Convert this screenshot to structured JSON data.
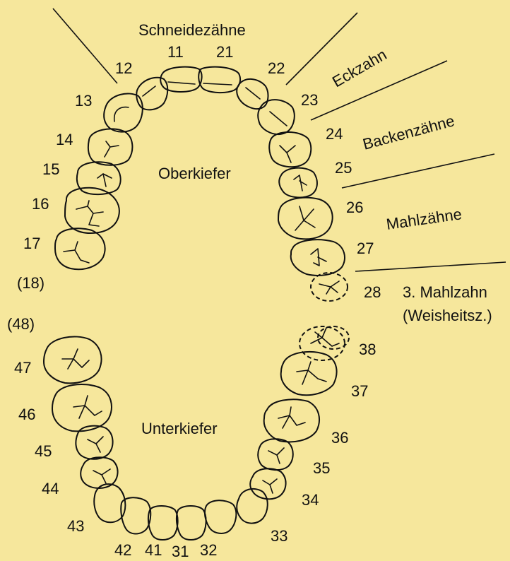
{
  "background": "#f6e79c",
  "categories": {
    "incisors": "Schneidezähne",
    "canine": "Eckzahn",
    "premolars": "Backenzähne",
    "molars": "Mahlzähne",
    "third_molar": "3. Mahlzahn",
    "third_molar_note": "(Weisheitsz.)"
  },
  "jaws": {
    "upper": "Oberkiefer",
    "lower": "Unterkiefer"
  },
  "tooth_numbers": {
    "upper": [
      "11",
      "12",
      "13",
      "14",
      "15",
      "16",
      "17",
      "(18)",
      "21",
      "22",
      "23",
      "24",
      "25",
      "26",
      "27",
      "28"
    ],
    "lower": [
      "31",
      "32",
      "33",
      "34",
      "35",
      "36",
      "37",
      "38",
      "41",
      "42",
      "43",
      "44",
      "45",
      "46",
      "47",
      "(48)"
    ]
  }
}
